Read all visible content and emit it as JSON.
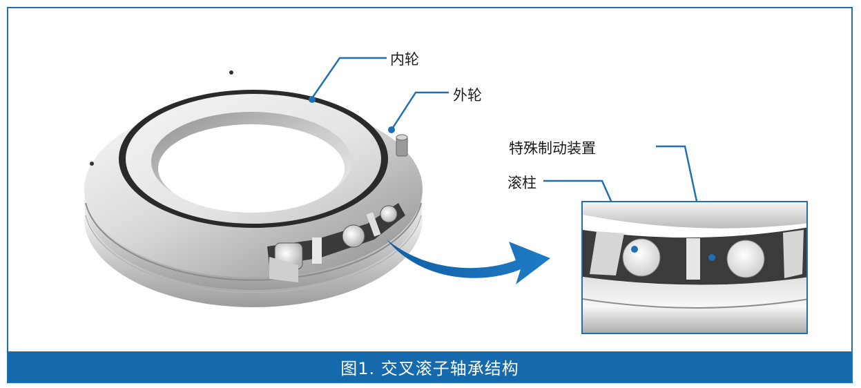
{
  "labels": {
    "inner_ring": "内轮",
    "outer_ring": "外轮",
    "special_brake": "特殊制动装置",
    "roller": "滚柱"
  },
  "caption": "图1. 交叉滚子轴承结构",
  "colors": {
    "accent": "#1569ad",
    "leader": "#1e6fb5",
    "metal_light": "#e6e6e6",
    "metal_dark": "#8c8c8c",
    "seal": "#2a2a2a"
  }
}
